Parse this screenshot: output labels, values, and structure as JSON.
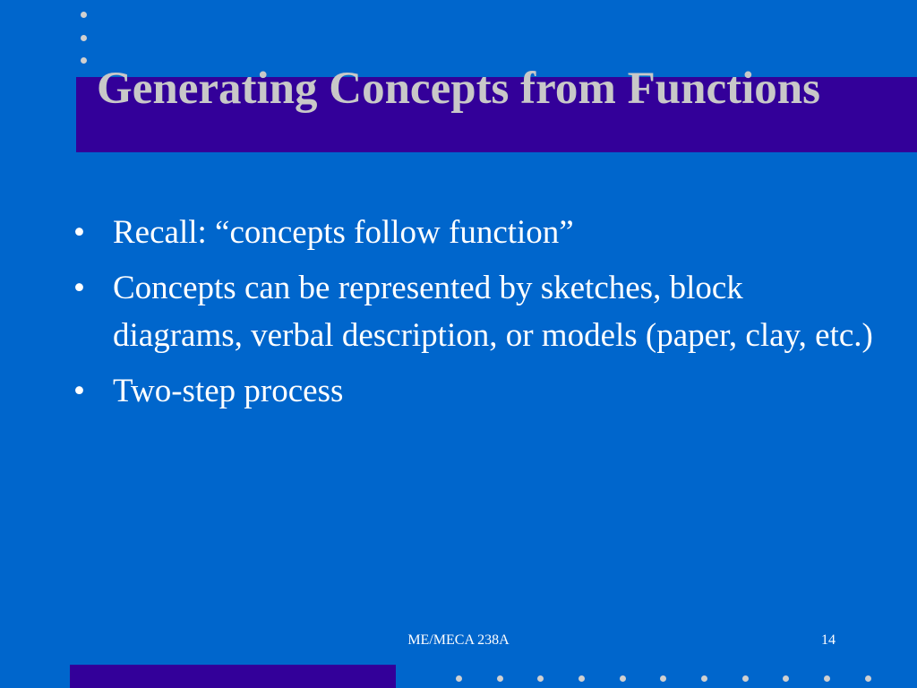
{
  "slide": {
    "title": "Generating Concepts from Functions",
    "bullet_symbol": "•",
    "bullets": [
      "Recall:  “concepts follow function”",
      "Concepts can be represented by sketches, block diagrams, verbal description, or models (paper, clay, etc.)",
      "Two-step process"
    ],
    "footer": {
      "course": "ME/MECA 238A",
      "page_number": "14"
    }
  },
  "colors": {
    "background": "#0066cc",
    "band": "#330099",
    "title_text": "#c8c8c8",
    "body_text": "#ffffff",
    "dots": "#d0d0d0"
  }
}
